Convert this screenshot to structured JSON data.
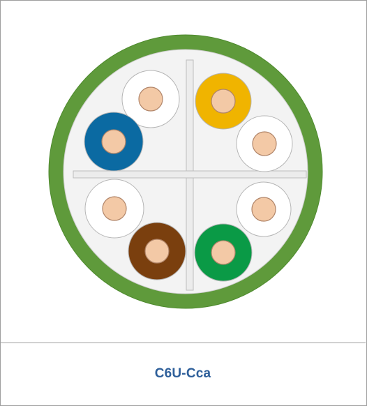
{
  "caption": "C6U-Cca",
  "colors": {
    "jacket": "#5f9a3b",
    "jacket_edge": "#4e8a2e",
    "core_fill": "#f3f3f3",
    "core_edge": "#cfcfcf",
    "separator": "#ececec",
    "separator_edge": "#bdbdbd",
    "conductor": "#f3c9a6",
    "conductor_edge": "#b08468",
    "caption": "#2e5f9a"
  },
  "pairs": [
    {
      "name": "blue-pair",
      "wires": [
        {
          "color": "#ffffff",
          "label": "white-blue"
        },
        {
          "color": "#0b6aa2",
          "label": "blue"
        }
      ]
    },
    {
      "name": "orange-pair",
      "wires": [
        {
          "color": "#f0b400",
          "label": "orange"
        },
        {
          "color": "#ffffff",
          "label": "white-orange"
        }
      ]
    },
    {
      "name": "brown-pair",
      "wires": [
        {
          "color": "#ffffff",
          "label": "white-brown"
        },
        {
          "color": "#7a3f0e",
          "label": "brown"
        }
      ]
    },
    {
      "name": "green-pair",
      "wires": [
        {
          "color": "#ffffff",
          "label": "white-green"
        },
        {
          "color": "#0a9a46",
          "label": "green"
        }
      ]
    }
  ]
}
